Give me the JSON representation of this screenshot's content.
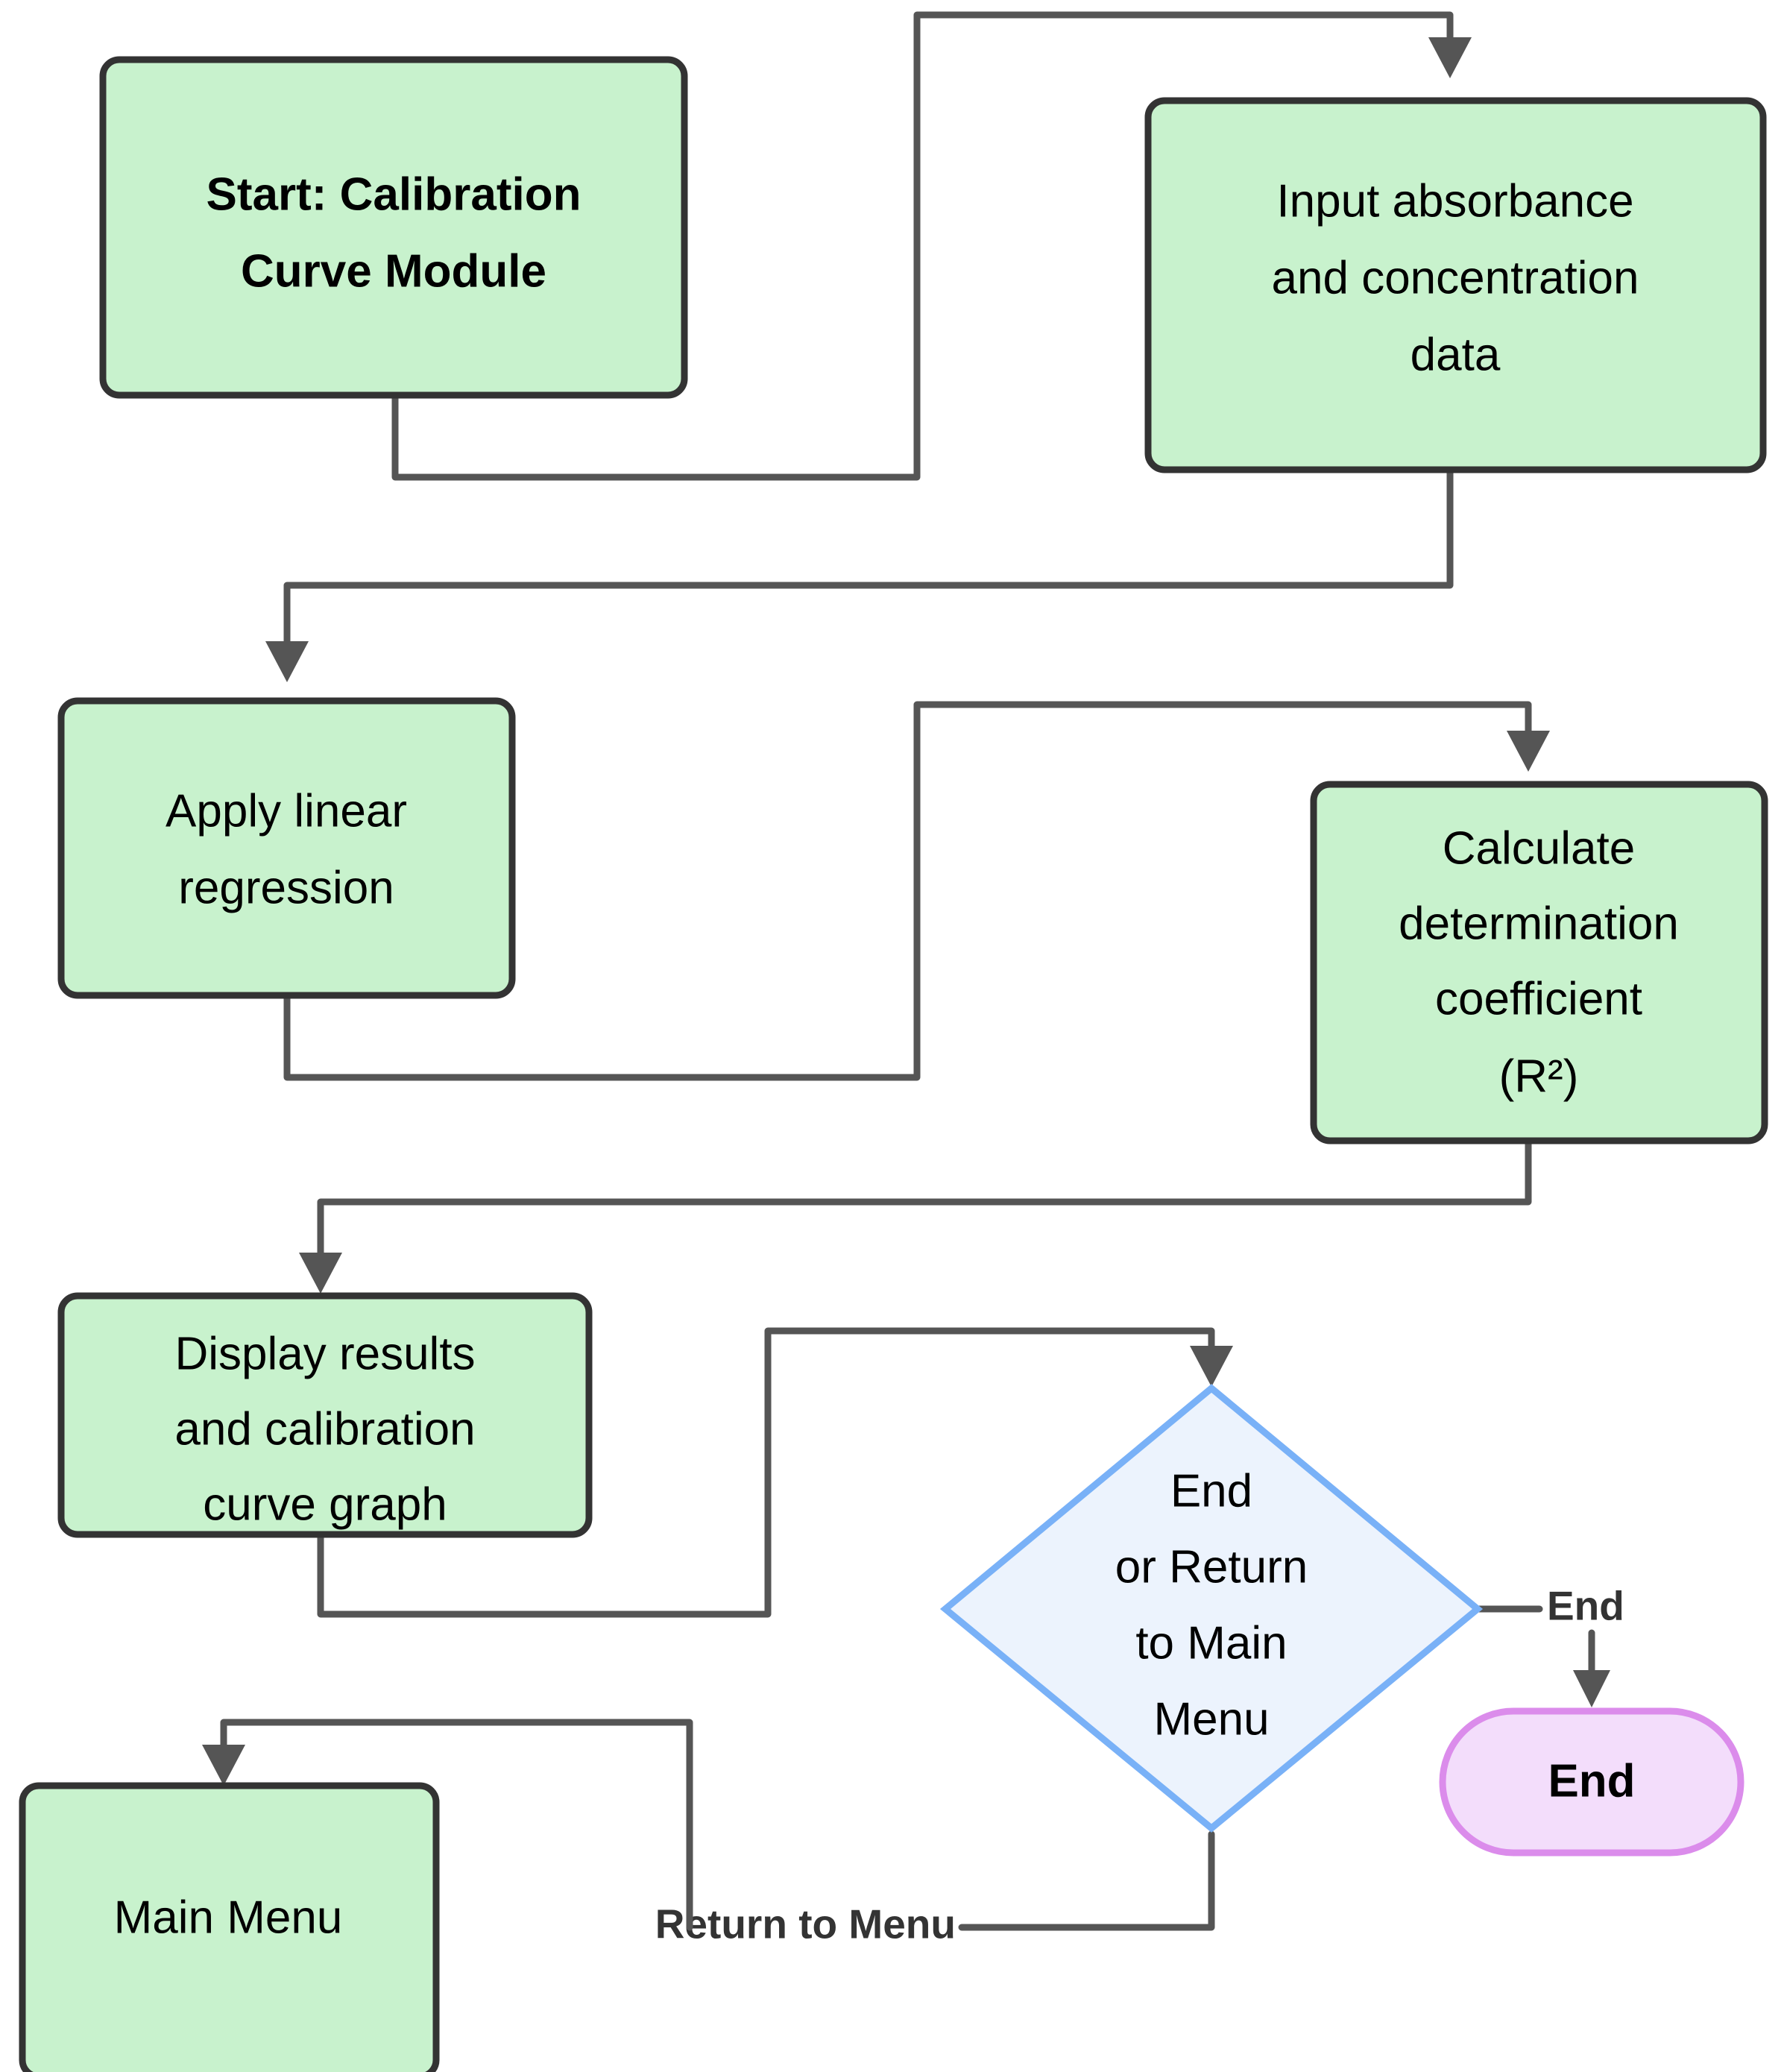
{
  "diagram": {
    "type": "flowchart",
    "title": "Calibration Curve Module",
    "orientation": "top-to-bottom",
    "background_color": "#ffffff",
    "palette": {
      "process_fill": "#c8f2cd",
      "process_stroke": "#333333",
      "decision_fill": "#ecf3fd",
      "decision_stroke": "#79b1f7",
      "terminal_fill": "#f3ddfb",
      "terminal_stroke": "#db8ceb",
      "edge_stroke": "#555555",
      "edge_label_color": "#333333",
      "node_text_color": "#000000"
    }
  },
  "nodes": {
    "start": {
      "id": "start",
      "shape": "rounded-rectangle",
      "style": "process",
      "bold": true,
      "lines": [
        "Start: Calibration",
        "Curve Module"
      ],
      "text": "Start: Calibration Curve Module"
    },
    "input_data": {
      "id": "input_data",
      "shape": "rounded-rectangle",
      "style": "process",
      "bold": false,
      "lines": [
        "Input absorbance",
        "and concentration",
        "data"
      ],
      "text": "Input absorbance and concentration data"
    },
    "regression": {
      "id": "regression",
      "shape": "rounded-rectangle",
      "style": "process",
      "bold": false,
      "lines": [
        "Apply linear",
        "regression"
      ],
      "text": "Apply linear regression"
    },
    "r_squared": {
      "id": "r_squared",
      "shape": "rounded-rectangle",
      "style": "process",
      "bold": false,
      "lines": [
        "Calculate",
        "determination",
        "coefficient",
        "(R²)"
      ],
      "text": "Calculate determination coefficient (R²)"
    },
    "display_results": {
      "id": "display_results",
      "shape": "rounded-rectangle",
      "style": "process",
      "bold": false,
      "lines": [
        "Display results",
        "and calibration",
        "curve graph"
      ],
      "text": "Display results and calibration curve graph"
    },
    "decision": {
      "id": "decision",
      "shape": "diamond",
      "style": "decision",
      "bold": false,
      "lines": [
        "End",
        "or Return",
        "to Main",
        "Menu"
      ],
      "text": "End or Return to Main Menu"
    },
    "end_terminal": {
      "id": "end_terminal",
      "shape": "stadium",
      "style": "terminal",
      "bold": true,
      "lines": [
        "End"
      ],
      "text": "End"
    },
    "main_menu": {
      "id": "main_menu",
      "shape": "rounded-rectangle",
      "style": "process",
      "bold": false,
      "lines": [
        "Main Menu"
      ],
      "text": "Main Menu"
    }
  },
  "edges": [
    {
      "id": "e1",
      "from": "start",
      "to": "input_data",
      "label": ""
    },
    {
      "id": "e2",
      "from": "input_data",
      "to": "regression",
      "label": ""
    },
    {
      "id": "e3",
      "from": "regression",
      "to": "r_squared",
      "label": ""
    },
    {
      "id": "e4",
      "from": "r_squared",
      "to": "display_results",
      "label": ""
    },
    {
      "id": "e5",
      "from": "display_results",
      "to": "decision",
      "label": ""
    },
    {
      "id": "e6",
      "from": "decision",
      "to": "end_terminal",
      "label": "End"
    },
    {
      "id": "e7",
      "from": "decision",
      "to": "main_menu",
      "label": "Return to Menu"
    }
  ],
  "edge_labels": {
    "to_end": "End",
    "to_main_menu": "Return to Menu"
  }
}
